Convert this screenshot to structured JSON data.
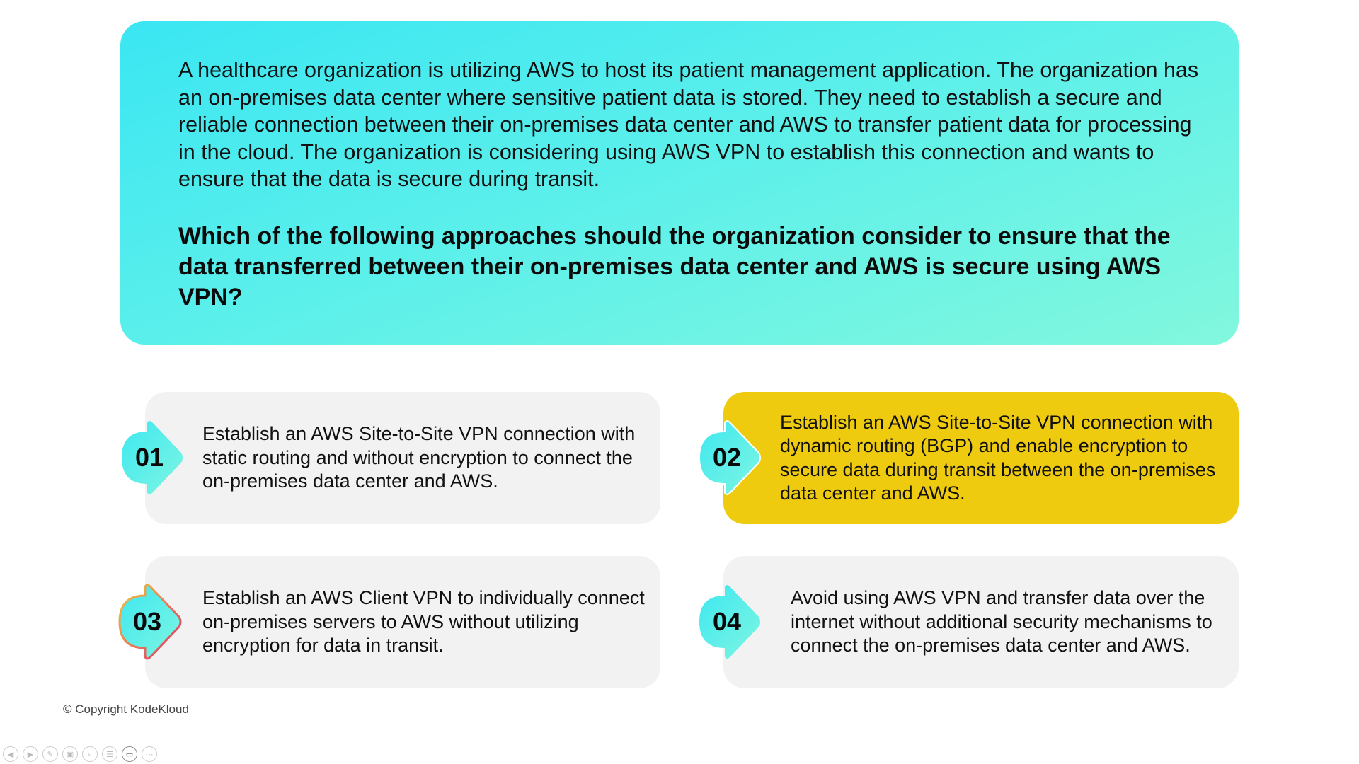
{
  "question": {
    "scenario": "A healthcare organization is utilizing AWS to host its patient management application. The organization has an on-premises data center where sensitive patient data is stored. They need to establish a secure and reliable connection between their on-premises data center and AWS to transfer patient data for processing in the cloud. The organization is considering using AWS VPN to establish this connection and wants to ensure that the data is secure during transit.",
    "prompt": "Which of the following approaches should the organization consider to ensure that the data transferred between their on-premises data center and AWS is secure using AWS VPN?"
  },
  "options": [
    {
      "number": "01",
      "text": "Establish an AWS Site-to-Site VPN connection with static routing and without encryption to connect the on-premises data center and AWS."
    },
    {
      "number": "02",
      "text": "Establish an AWS Site-to-Site VPN connection with dynamic routing (BGP) and enable encryption to secure data during transit between the on-premises data center and AWS.",
      "selected": true
    },
    {
      "number": "03",
      "text": "Establish an AWS Client VPN to individually connect on-premises servers to AWS without utilizing encryption for data in transit."
    },
    {
      "number": "04",
      "text": "Avoid using AWS VPN and transfer data over the internet without additional security mechanisms to connect the on-premises data center and AWS."
    }
  ],
  "footer": {
    "copyright": "© Copyright KodeKloud"
  },
  "colors": {
    "accent": "#3ae6f2",
    "selected": "#efcb10",
    "card": "#f2f2f2"
  }
}
